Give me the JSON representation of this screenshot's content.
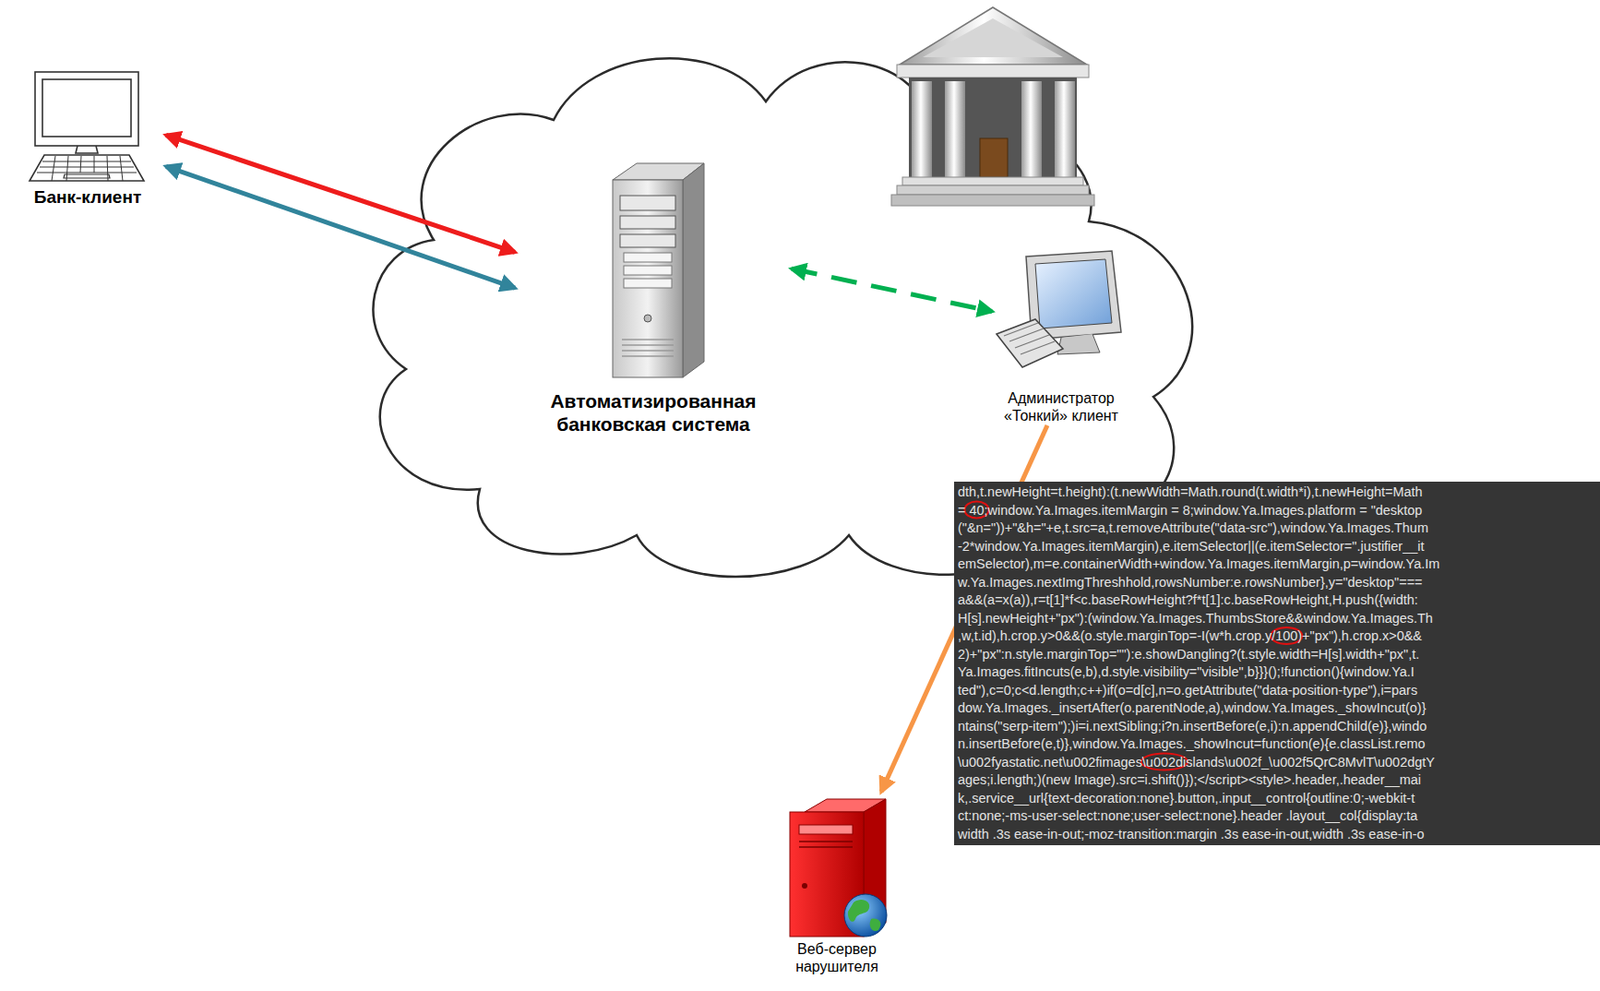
{
  "diagram": {
    "nodes": [
      {
        "text": [
          "Банк-клиент"
        ]
      },
      {
        "text": [
          "Автоматизированная банковская система"
        ]
      },
      {
        "text": [
          "Администратор «Тонкий» клиент"
        ]
      },
      {
        "text": [
          "Веб-сервер нарушителя"
        ]
      }
    ],
    "edges": [
      {
        "from": 0,
        "to": 1,
        "arrow": "both"
      },
      {
        "from": 0,
        "to": 1,
        "arrow": "both"
      },
      {
        "from": 1,
        "to": 2,
        "arrow": "both"
      },
      {
        "from": 2,
        "to": 3,
        "arrow": "to"
      }
    ],
    "labels": [
      "dth,t.newHeight=t.height):(t.newWidth=Math.round(t.width*i),t.newHeight=Math",
      "= 40;window.Ya.Images.itemMargin = 8;window.Ya.Images.platform = \"desktop",
      "(\"&n=\"))+\"&h=\"+e,t.src=a,t.removeAttribute(\"data-src\"),window.Ya.Images.Thum",
      "-2*window.Ya.Images.itemMargin),e.itemSelector||(e.itemSelector=\".justifier__it",
      "emSelector),m=e.containerWidth+window.Ya.Images.itemMargin,p=window.Ya.Im",
      "w.Ya.Images.nextImgThreshhold,rowsNumber:e.rowsNumber},y=\"desktop\"===",
      "a&&(a=x(a)),r=t[1]*f<c.baseRowHeight?f*t[1]:c.baseRowHeight,H.push({width:",
      "H[s].newHeight+\"px\"):(window.Ya.Images.ThumbsStore&&window.Ya.Images.Th",
      ",w,t.id),h.crop.y>0&&(o.style.marginTop=-I(w*h.crop.y/100)+\"px\"),h.crop.x>0&&",
      "2)+\"px\":n.style.marginTop=\"\"):e.showDangling?(t.style.width=H[s].width+\"px\",t.",
      "Ya.Images.fitIncuts(e,b),d.style.visibility=\"visible\",b}}}();!function(){window.Ya.I",
      "ted\"),c=0;c<d.length;c++)if(o=d[c],n=o.getAttribute(\"data-position-type\"),i=pars",
      "dow.Ya.Images._insertAfter(o.parentNode,a),window.Ya.Images._showIncut(o)}",
      "ntains(\"serp-item\");)i=i.nextSibling;i?n.insertBefore(e,i):n.appendChild(e)},windo",
      "n.insertBefore(e,t)},window.Ya.Images._showIncut=function(e){e.classList.remo",
      "\\u002fyastatic.net\\u002fimages\\u002dislands\\u002f_\\u002f5QrC8MvlT\\u002dgtY",
      "ages;i.length;)(new Image).src=i.shift()});</script><style>.header,.header__mai",
      "k,.service__url{text-decoration:none}.button,.input__control{outline:0;-webkit-t",
      "ct:none;-ms-user-select:none;user-select:none}.header .layout__col{display:ta",
      "width .3s ease-in-out;-moz-transition:margin .3s ease-in-out,width .3s ease-in-o"
    ]
  }
}
